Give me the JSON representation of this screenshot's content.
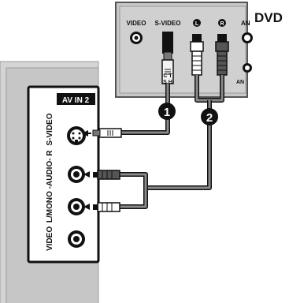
{
  "dvd_panel": {
    "brand": "DVD",
    "jacks": {
      "video": "VIDEO",
      "svideo": "S-VIDEO",
      "left": "L",
      "right": "R",
      "partial_top": "AN",
      "partial_bottom": "AN"
    },
    "switch_label_line1": "C    T",
    "switch_label_line2": "S    H"
  },
  "tv_panel": {
    "header": "AV IN 2",
    "side_label": "VIDEO L/MONO-AUDIO-R S-VIDEO",
    "side_parts": {
      "video": "VIDEO",
      "lmono": "L/MONO",
      "audio": "-AUDIO-",
      "r": "R",
      "svideo": "S-VIDEO"
    }
  },
  "steps": [
    "1",
    "2"
  ],
  "colors": {
    "panel_gray": "#c8c8c8",
    "tv_bg": "#d4d4d4",
    "cable_gray": "#6d6d6d",
    "black": "#111111",
    "white": "#ffffff"
  }
}
